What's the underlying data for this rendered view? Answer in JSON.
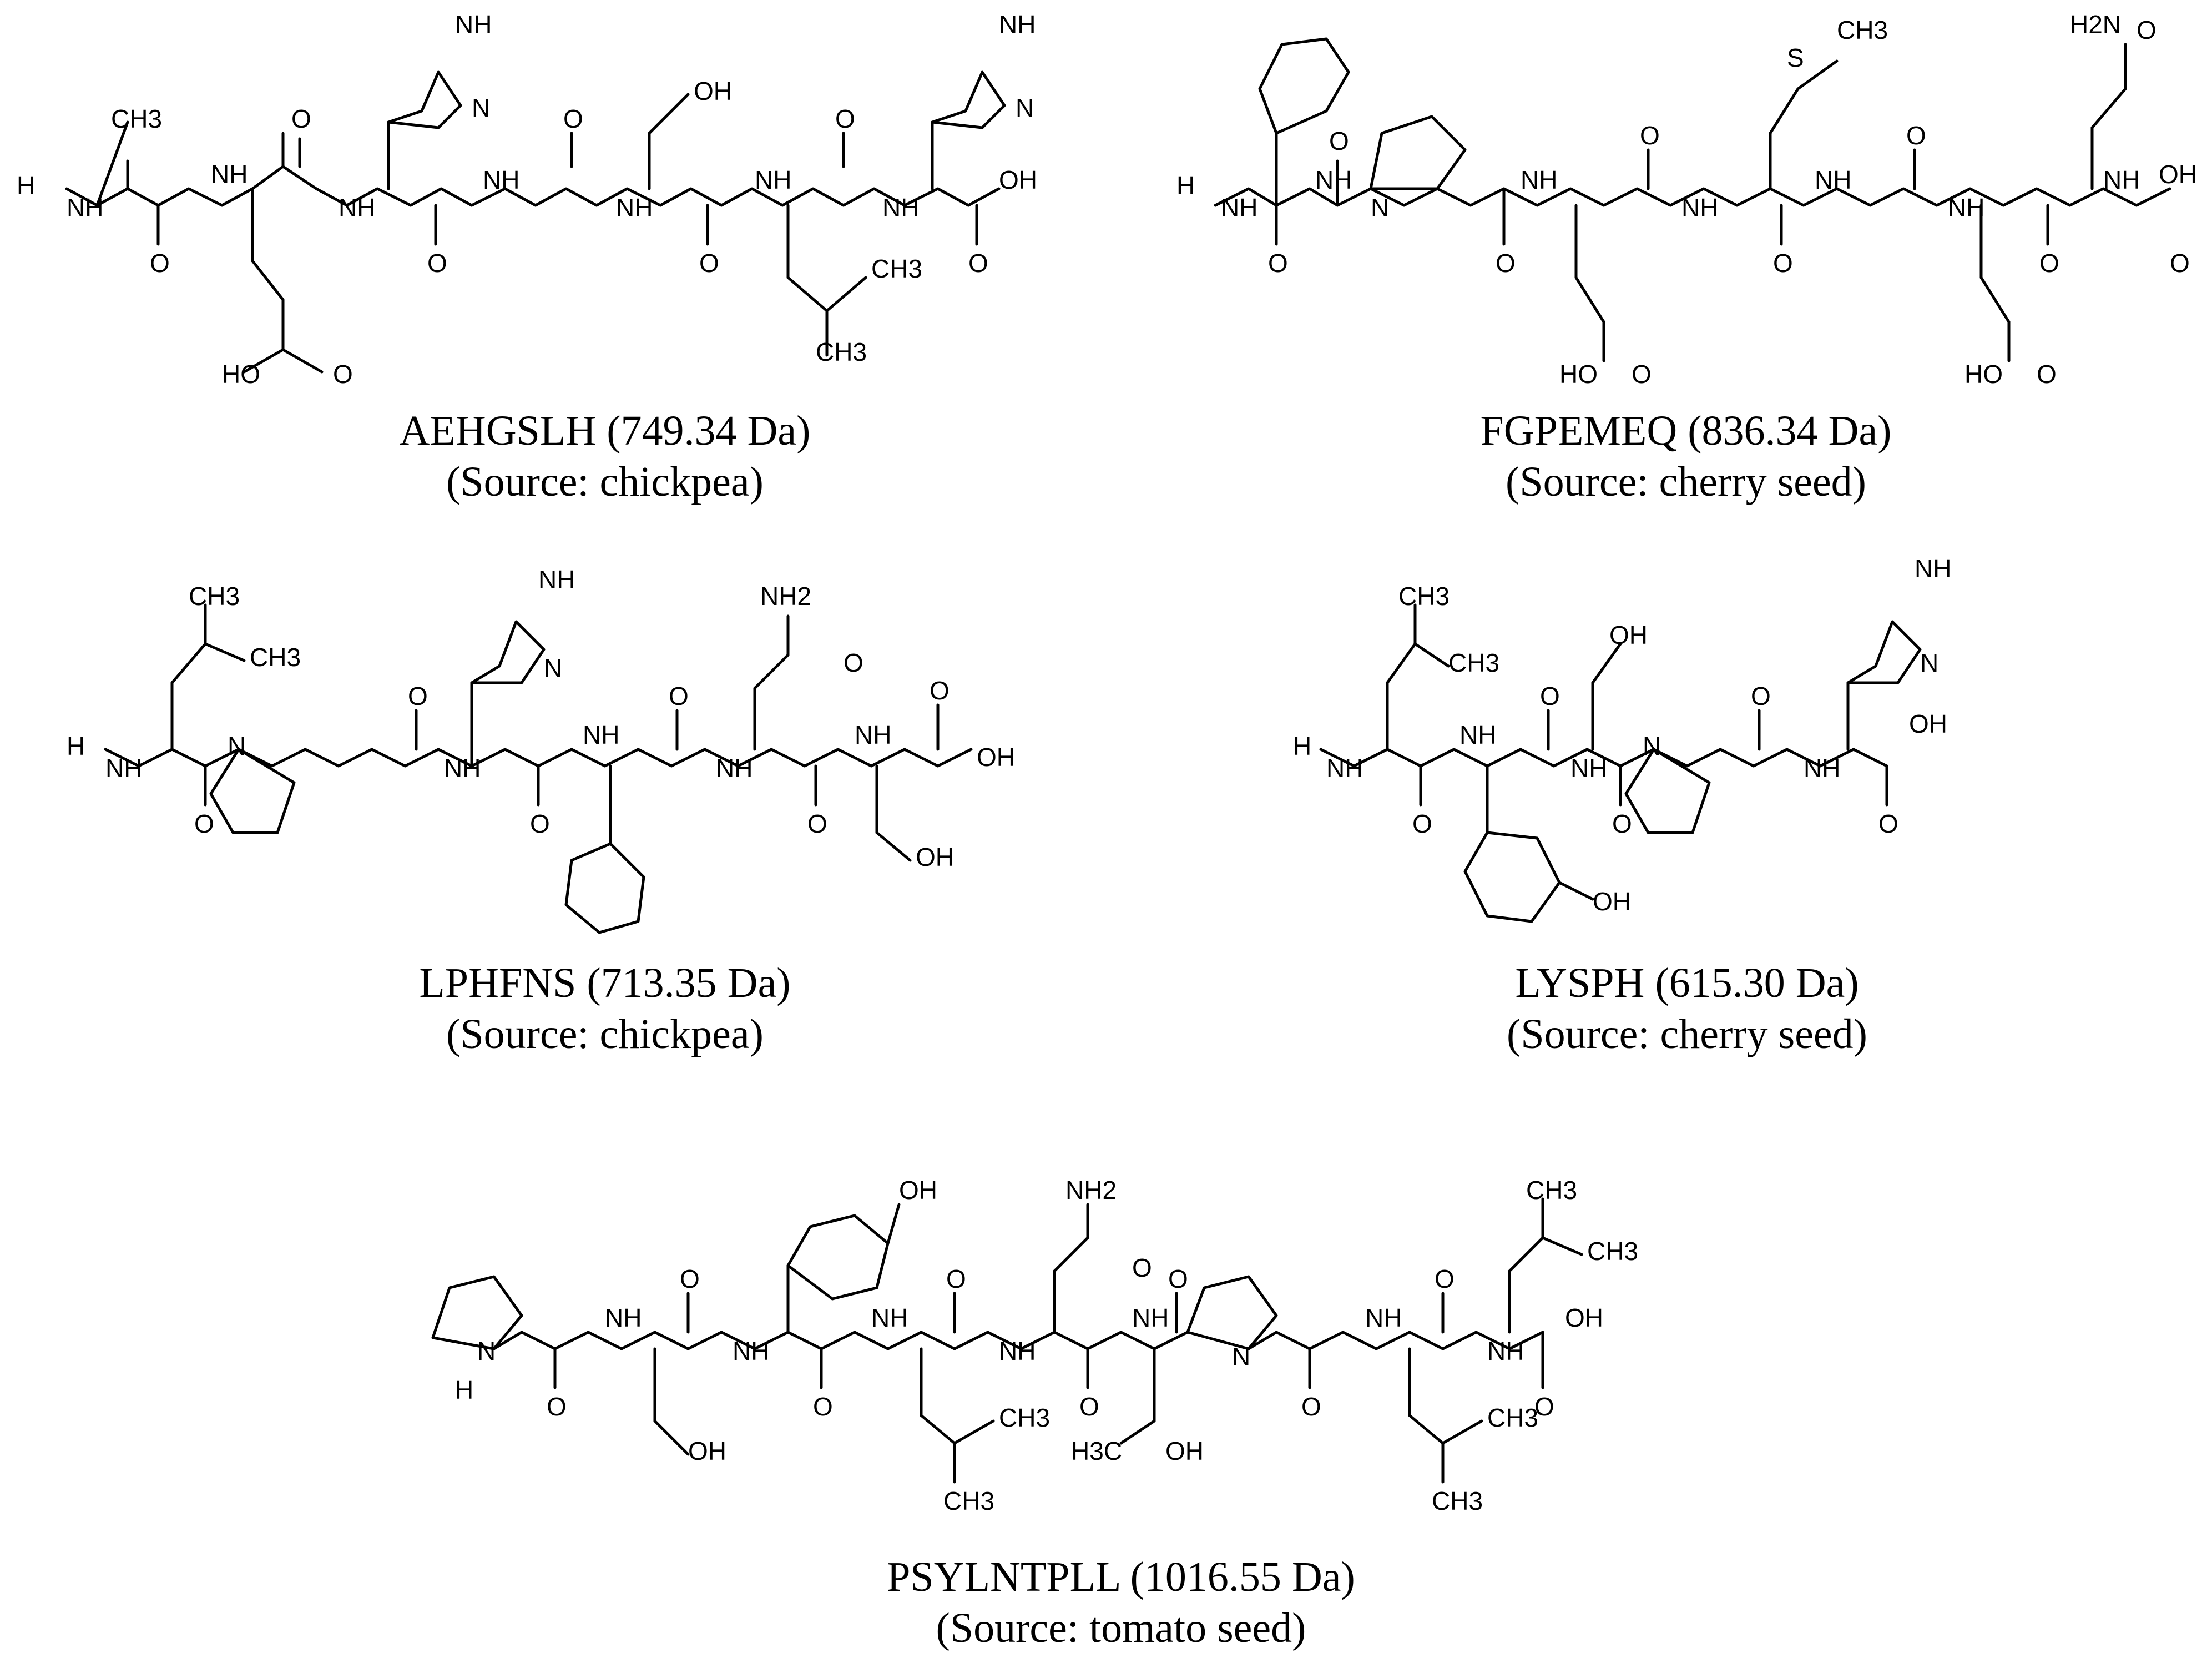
{
  "peptides": [
    {
      "id": "aehgslh",
      "name": "AEHGSLH",
      "mass": "(749.34 Da)",
      "source": "(Source: chickpea)",
      "atom_labels": {
        "h": "H",
        "nh": "NH",
        "ch3": "CH3",
        "o": "O",
        "oh": "OH",
        "ho": "HO",
        "n": "N"
      }
    },
    {
      "id": "fgpemeq",
      "name": "FGPEMEQ",
      "mass": "(836.34 Da)",
      "source": "(Source: cherry seed)",
      "atom_labels": {
        "h": "H",
        "nh": "NH",
        "n": "N",
        "s": "S",
        "ch3": "CH3",
        "h2n": "H2N",
        "o": "O",
        "oh": "OH",
        "ho": "HO"
      }
    },
    {
      "id": "lphfns",
      "name": "LPHFNS",
      "mass": "(713.35 Da)",
      "source": "(Source: chickpea)",
      "atom_labels": {
        "h": "H",
        "nh": "NH",
        "n": "N",
        "ch3": "CH3",
        "nh2": "NH2",
        "o": "O",
        "oh": "OH"
      }
    },
    {
      "id": "lysph",
      "name": "LYSPH",
      "mass": "(615.30 Da)",
      "source": "(Source: cherry seed)",
      "atom_labels": {
        "h": "H",
        "nh": "NH",
        "n": "N",
        "ch3": "CH3",
        "o": "O",
        "oh": "OH"
      }
    },
    {
      "id": "psylntpll",
      "name": "PSYLNTPLL",
      "mass": "(1016.55 Da)",
      "source": "(Source: tomato seed)",
      "atom_labels": {
        "h": "H",
        "nh": "NH",
        "n": "N",
        "ch3": "CH3",
        "h3c": "H3C",
        "nh2": "NH2",
        "o": "O",
        "oh": "OH"
      }
    }
  ]
}
